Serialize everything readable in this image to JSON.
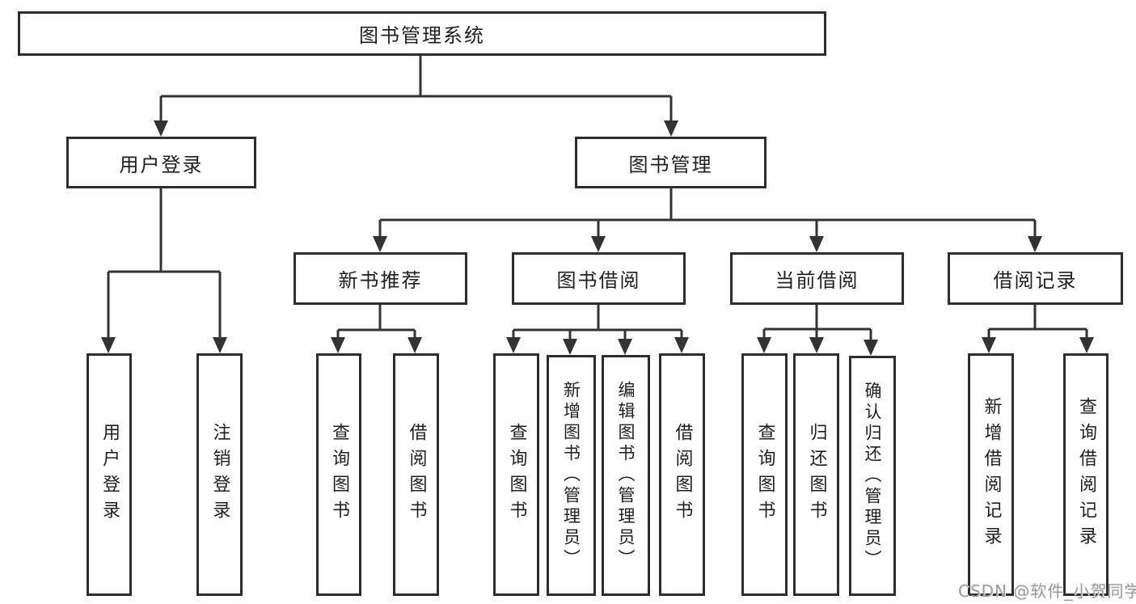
{
  "diagram_title": "图书管理系统",
  "boxes": {
    "root": "图书管理系统",
    "login_branch": "用户登录",
    "book_mgmt": "图书管理",
    "new_books": "新书推荐",
    "book_borrow": "图书借阅",
    "current_borrow": "当前借阅",
    "borrow_records": "借阅记录",
    "login": "用户登录",
    "logout": "注销登录",
    "nb_query": "查询图书",
    "nb_borrow": "借阅图书",
    "bb_query": "查询图书",
    "bb_add": "新增图书（管理员）",
    "bb_edit": "编辑图书（管理员）",
    "bb_borrow": "借阅图书",
    "cb_query": "查询图书",
    "cb_return": "归还图书",
    "cb_confirm": "确认归还（管理员）",
    "br_add": "新增借阅记录",
    "br_query": "查询借阅记录"
  },
  "tree": {
    "label": "图书管理系统",
    "children": [
      {
        "label": "用户登录",
        "children": [
          {
            "label": "用户登录"
          },
          {
            "label": "注销登录"
          }
        ]
      },
      {
        "label": "图书管理",
        "children": [
          {
            "label": "新书推荐",
            "children": [
              {
                "label": "查询图书"
              },
              {
                "label": "借阅图书"
              }
            ]
          },
          {
            "label": "图书借阅",
            "children": [
              {
                "label": "查询图书"
              },
              {
                "label": "新增图书（管理员）"
              },
              {
                "label": "编辑图书（管理员）"
              },
              {
                "label": "借阅图书"
              }
            ]
          },
          {
            "label": "当前借阅",
            "children": [
              {
                "label": "查询图书"
              },
              {
                "label": "归还图书"
              },
              {
                "label": "确认归还（管理员）"
              }
            ]
          },
          {
            "label": "借阅记录",
            "children": [
              {
                "label": "新增借阅记录"
              },
              {
                "label": "查询借阅记录"
              }
            ]
          }
        ]
      }
    ]
  },
  "watermark": "CSDN @软件_小贺同学",
  "colors": {
    "line": "#333333",
    "box_border": "#2d2d2d",
    "text": "#1f1f1f",
    "watermark": "#9c9c9c",
    "background": "#ffffff"
  }
}
